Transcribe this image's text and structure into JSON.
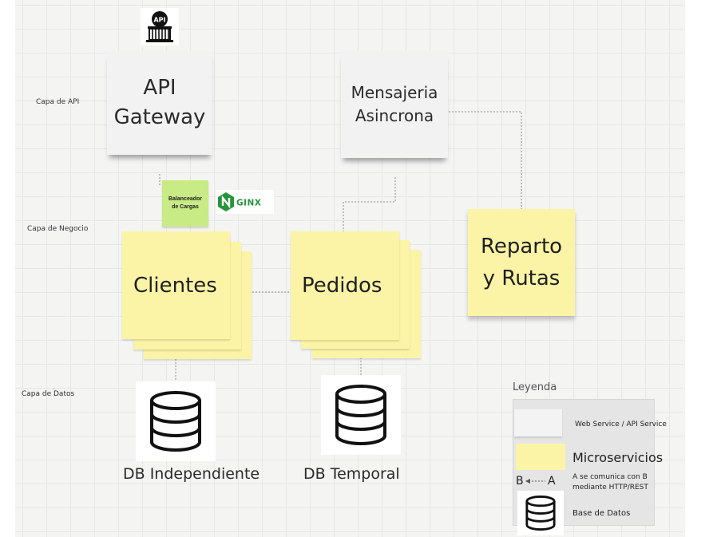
{
  "layers": {
    "api": "Capa de API",
    "business": "Capa de Negocio",
    "data": "Capa de Datos"
  },
  "api_gateway": {
    "label": "API\nGateway",
    "icon": "api-gateway-icon",
    "badge": "API"
  },
  "messaging": {
    "label": "Mensajeria\nAsincrona"
  },
  "load_balancer": {
    "label": "Balanceador de Cargas",
    "logo_text": "NGINX"
  },
  "microservices": {
    "clientes": "Clientes",
    "pedidos": "Pedidos",
    "reparto": "Reparto\ny Rutas"
  },
  "databases": {
    "independent": "DB Independiente",
    "temporal": "DB Temporal"
  },
  "legend": {
    "title": "Leyenda",
    "web_service": "Web Service / API Service",
    "microservices": "Microservicios",
    "comm_b": "B",
    "comm_a": "A",
    "comm_desc": "A se comunica con B mediante HTTP/REST",
    "database": "Base de Datos"
  },
  "colors": {
    "sticky": "#fbf4a6",
    "balancer": "#c9eb85",
    "service_box": "#f2f2f3",
    "nginx_green": "#269539",
    "board": "#f4f4f3"
  }
}
